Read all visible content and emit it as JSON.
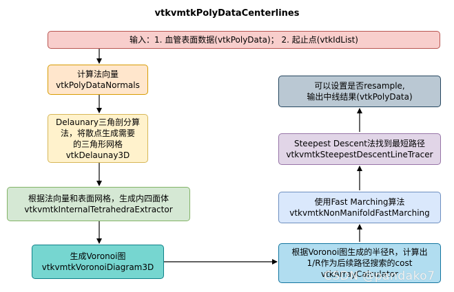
{
  "title": "vtkvmtkPolyDataCenterlines",
  "nodes": {
    "input": {
      "text": "输入：1. 血管表面数据(vtkPolyData)；  2. 起止点(vtkIdList)",
      "fill": "#f8cecc",
      "stroke": "#b85450"
    },
    "normals": {
      "text": "计算法向量\nvtkPolyDataNormals",
      "fill": "#ffe6cc",
      "stroke": "#d79b00"
    },
    "delaunay": {
      "text": "Delaunary三角剖分算\n法，将散点生成需要\n的三角形网格\nvtkDelaunay3D",
      "fill": "#fff2cc",
      "stroke": "#d6b656"
    },
    "tetra": {
      "text": "根据法向量和表面网格，生成内四面体\nvtkvmtkInternalTetrahedraExtractor",
      "fill": "#d5e8d4",
      "stroke": "#82b366"
    },
    "voronoi": {
      "text": "生成Voronoi图\nvtkvmtkVoronoiDiagram3D",
      "fill": "#76d6d0",
      "stroke": "#0e8088"
    },
    "cost": {
      "text": "根据Voronoi图生成的半径R，计算出\n1/R作为后续路径搜索的cost\nvtkArrayCalculator",
      "fill": "#b1ddf0",
      "stroke": "#10739e"
    },
    "fastmarch": {
      "text": "使用Fast Marching算法\nvtkvmtkNonManifoldFastMarching",
      "fill": "#dae8fc",
      "stroke": "#6c8ebf"
    },
    "steepest": {
      "text": "Steepest Descent法找到最短路径\nvtkvmtkSteepestDescentLineTracer",
      "fill": "#e1d5e7",
      "stroke": "#9673a6"
    },
    "output": {
      "text": "可以设置是否resample,\n输出中线结果(vtkPolyData)",
      "fill": "#bac8d3",
      "stroke": "#23445d"
    }
  },
  "watermark": "CSDN @pandako7"
}
